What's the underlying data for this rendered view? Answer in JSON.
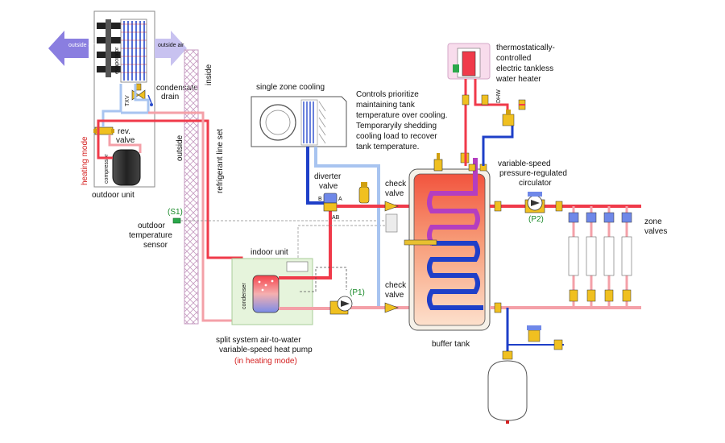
{
  "labels": {
    "outside_air_left": "outside air",
    "outside_air_right": "outside air",
    "evaporator": "evaporator",
    "txv": "TXV",
    "condensate_drain": "condensate drain",
    "heating_mode": "heating mode",
    "rev_valve": "rev. valve",
    "compressor": "compressor",
    "outdoor_unit": "outdoor unit",
    "outside": "outside",
    "inside": "inside",
    "refrigerant_line_set": "refrigerant line set",
    "s1": "(S1)",
    "outdoor_temperature_sensor": "outdoor temperature sensor",
    "single_zone_cooling": "single zone cooling",
    "diverter_valve": "diverter valve",
    "port_b": "B",
    "port_a": "A",
    "port_ab": "AB",
    "controls_note": "Controls prioritize maintaining tank temperature over cooling. Temporaryily shedding cooling load to recover tank temperature.",
    "check_valve_top": "check valve",
    "check_valve_bottom": "check valve",
    "indoor_unit": "indoor unit",
    "condenser": "condenser",
    "p1": "(P1)",
    "split_system": "split system air-to-water variable-speed heat pump",
    "in_heating_mode": "(in heating mode)",
    "buffer_tank": "buffer tank",
    "tankless_heater": "thermostatically- controlled electric tankless water heater",
    "dhw": "DHW",
    "circulator": "variable-speed pressure-regulated circulator",
    "p2": "(P2)",
    "zone_valves": "zone valves"
  },
  "colors": {
    "hot_pipe": "#f03a4a",
    "cool_pipe": "#f4a0a8",
    "cold_pipe": "#1e3fc8",
    "light_blue_pipe": "#a8c4f0",
    "heating_mode_text": "#d42020",
    "sensor_text": "#1a8a2a",
    "arrow_fill": "#8a7ee0"
  }
}
